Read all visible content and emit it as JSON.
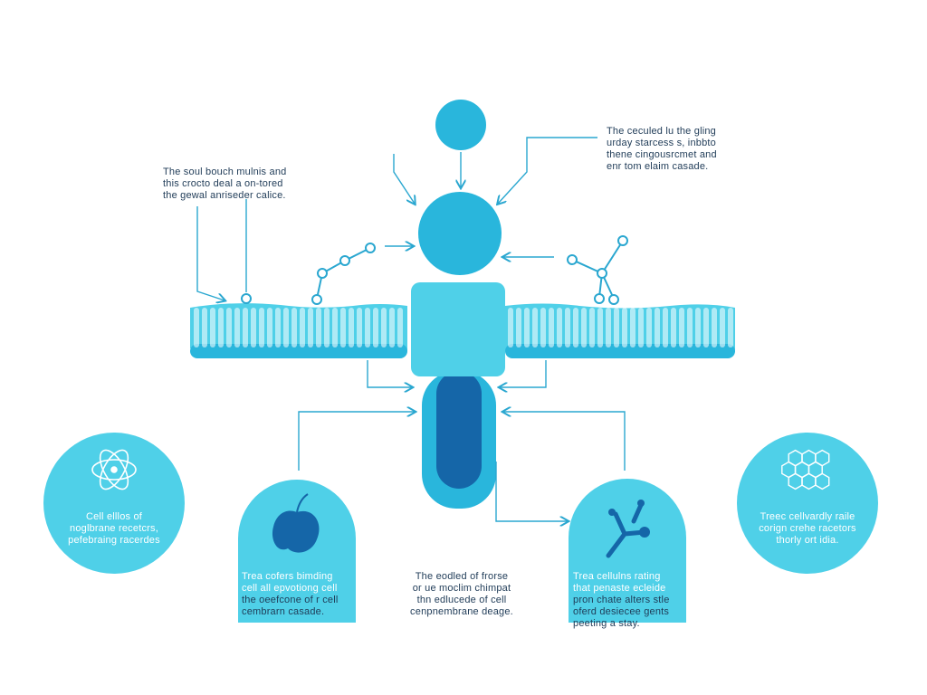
{
  "colors": {
    "primary": "#29b6dc",
    "light": "#4fd0e8",
    "dark": "#1566a8",
    "line": "#2aa7d0",
    "text": "#1f3b57"
  },
  "annotations": {
    "top_left": [
      "The soul bouch mulnis and",
      "this crocto deal a on-tored",
      "the gewal anriseder calice."
    ],
    "top_right": [
      "The ceculed lu the gling",
      "urday starcess s, inbbto",
      "thene cingousrcmet and",
      "enr tom elaim casade."
    ],
    "bottom_center": [
      "The eodled of frorse",
      "or ue moclim chimpat",
      "thn edlucede of cell",
      "cenpnembrane deage."
    ]
  },
  "cards": {
    "left_circle": {
      "icon": "atom-icon",
      "lines": [
        "Cell elllos of",
        "noglbrane recetcrs,",
        "pefebraing racerdes"
      ]
    },
    "left_arch": {
      "icon": "apple-icon",
      "lines": [
        "Trea cofers bimding",
        "cell all epvotiong cell",
        "the oeefcone of r cell",
        "cembrarn casade."
      ]
    },
    "right_arch": {
      "icon": "molecule-icon",
      "lines": [
        "Trea cellulns rating",
        "that penaste ecleide",
        "pron chate alters stle",
        "oferd desiecee gents",
        "peeting a stay."
      ]
    },
    "right_circle": {
      "icon": "hexagon-cluster-icon",
      "lines": [
        "Treec cellvardly raile",
        "corign crehe racetors",
        "thorly ort idia."
      ]
    }
  }
}
